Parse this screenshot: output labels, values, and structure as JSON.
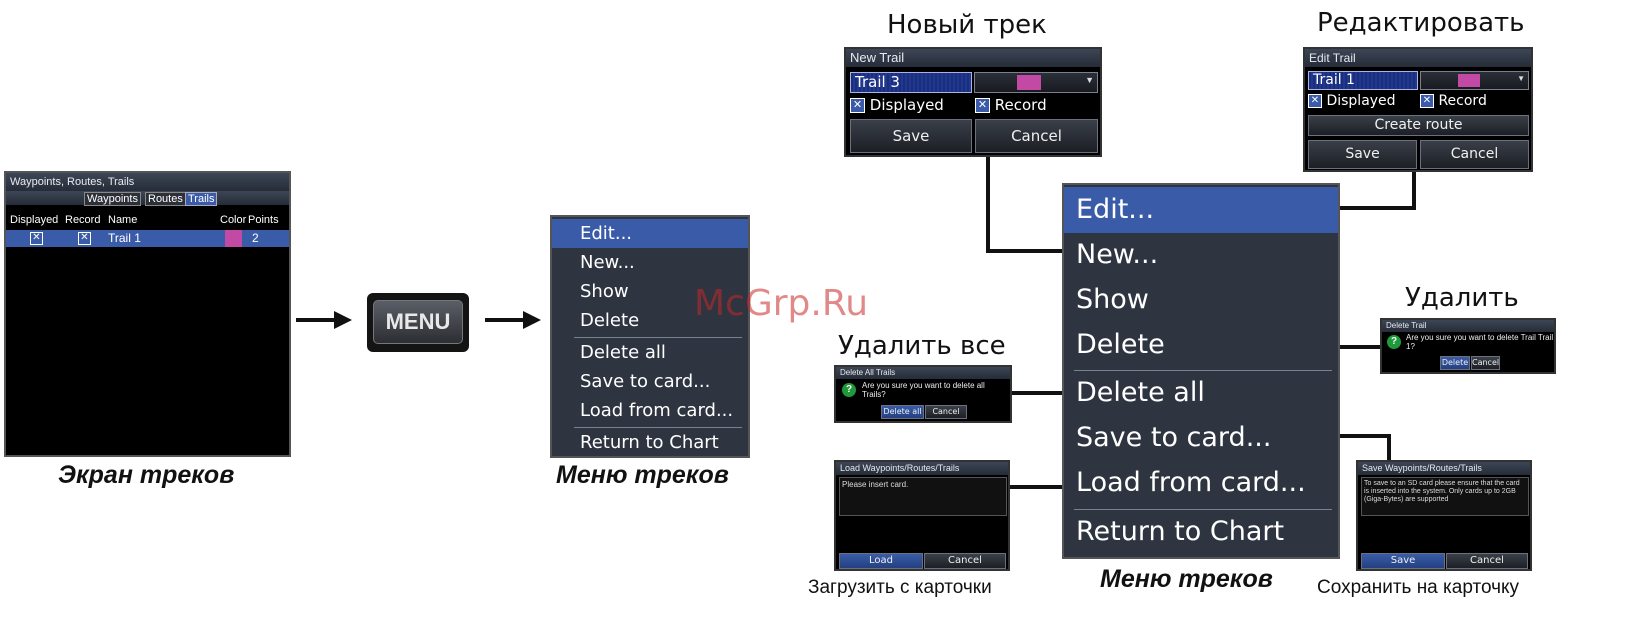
{
  "trails_screen": {
    "title": "Waypoints, Routes, Trails",
    "tabs": [
      "Waypoints",
      "Routes",
      "Trails"
    ],
    "columns": [
      "Displayed",
      "Record",
      "Name",
      "Color",
      "Points"
    ],
    "row": {
      "name": "Trail 1",
      "points": "2"
    },
    "caption": "Экран треков"
  },
  "menu_key": {
    "label": "MENU"
  },
  "small_menu": {
    "items": [
      "Edit...",
      "New...",
      "Show",
      "Delete",
      "Delete all",
      "Save to card...",
      "Load from card...",
      "Return to Chart"
    ],
    "caption": "Меню треков"
  },
  "big_menu": {
    "items": [
      "Edit...",
      "New...",
      "Show",
      "Delete",
      "Delete all",
      "Save to card...",
      "Load from card...",
      "Return to Chart"
    ],
    "caption": "Меню треков"
  },
  "new_trail": {
    "heading": "Новый трек",
    "title": "New Trail",
    "name_value": "Trail 3",
    "displayed_label": "Displayed",
    "record_label": "Record",
    "save_label": "Save",
    "cancel_label": "Cancel"
  },
  "edit_trail": {
    "heading": "Редактировать",
    "title": "Edit Trail",
    "name_value": "Trail 1",
    "displayed_label": "Displayed",
    "record_label": "Record",
    "create_route_label": "Create route",
    "save_label": "Save",
    "cancel_label": "Cancel"
  },
  "delete_all": {
    "heading": "Удалить все",
    "title": "Delete All Trails",
    "message": "Are you sure you want to delete all Trails?",
    "confirm_label": "Delete all",
    "cancel_label": "Cancel"
  },
  "delete_trail": {
    "heading": "Удалить",
    "title": "Delete Trail",
    "message": "Are you sure you want to delete Trail Trail 1?",
    "confirm_label": "Delete",
    "cancel_label": "Cancel"
  },
  "load_dialog": {
    "title": "Load Waypoints/Routes/Trails",
    "message": "Please insert card.",
    "load_label": "Load",
    "cancel_label": "Cancel",
    "caption": "Загрузить с карточки"
  },
  "save_dialog": {
    "title": "Save Waypoints/Routes/Trails",
    "message": "To save to an SD card please ensure that the card is inserted into the system. Only cards up to 2GB (Giga-Bytes) are supported",
    "save_label": "Save",
    "cancel_label": "Cancel",
    "caption": "Сохранить на карточку"
  },
  "watermark": "McGrp.Ru",
  "colors": {
    "highlight": "#3a5ca8",
    "trail_color": "#c24aa5",
    "menu_bg": "#2e3440"
  }
}
